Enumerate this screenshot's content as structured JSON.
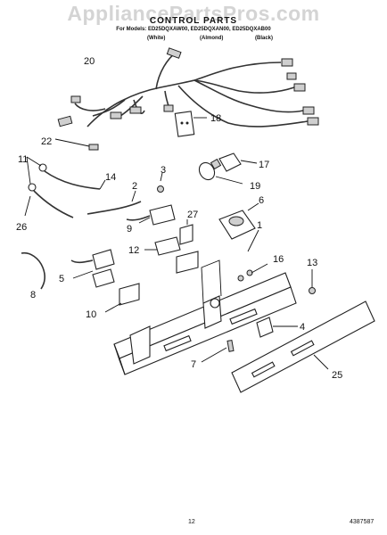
{
  "watermark": "AppliancePartsPros.com",
  "header": {
    "title": "CONTROL PARTS",
    "subtitle": "For Models: ED25DQXAW00, ED25DQXAN00, ED25DQXAB00",
    "variants": [
      "(White)",
      "(Almond)",
      "(Black)"
    ]
  },
  "callouts": {
    "c20": "20",
    "c18": "18",
    "c22": "22",
    "c11": "11",
    "c14": "14",
    "c3": "3",
    "c17": "17",
    "c19": "19",
    "c2": "2",
    "c6": "6",
    "c26": "26",
    "c9": "9",
    "c27": "27",
    "c1": "1",
    "c12": "12",
    "c16": "16",
    "c13": "13",
    "c8": "8",
    "c5": "5",
    "c10": "10",
    "c4": "4",
    "c7": "7",
    "c25": "25"
  },
  "footer": {
    "page_number": "12",
    "part_number": "4387587"
  }
}
